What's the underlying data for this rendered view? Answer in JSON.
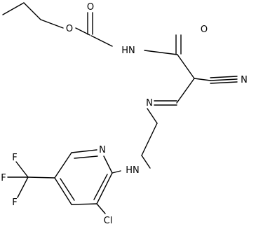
{
  "structure": {
    "atoms": {
      "o_ester": "O",
      "o_carbamate": "O",
      "nh_amide": "HN",
      "o_amide": "O",
      "n_nitrile": "N",
      "n_imine": "N",
      "n_pyridine": "N",
      "nh_amine": "HN",
      "cl": "Cl",
      "f_upper": "F",
      "f_left": "F",
      "f_lower": "F"
    }
  }
}
